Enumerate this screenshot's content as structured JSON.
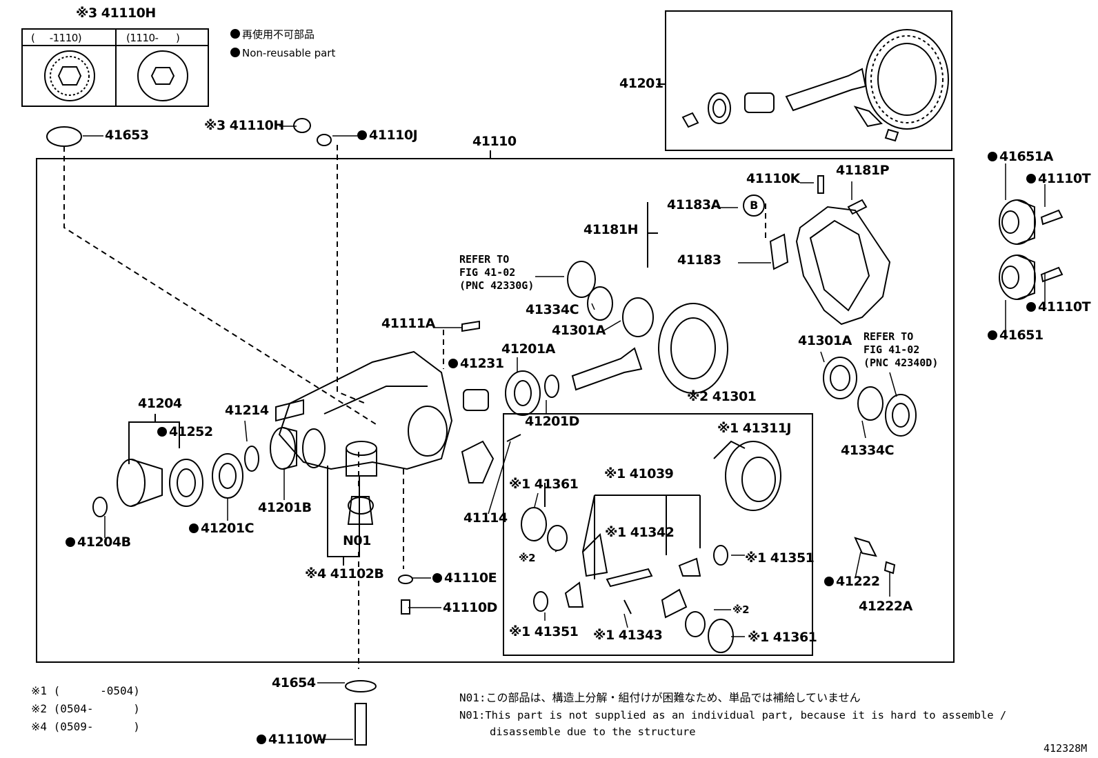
{
  "legend": {
    "item": "再使用不可部品",
    "item_en": "Non-reusable part"
  },
  "inset_top_left": {
    "title": "※3 41110H",
    "col_left": "(     -1110)",
    "col_right": "(1110-      )"
  },
  "parts": {
    "p41653": "41653",
    "p41110H": "※3 41110H",
    "p41110J": "41110J",
    "p41110": "41110",
    "p41201": "41201",
    "p41651A": "41651A",
    "p41110T_a": "41110T",
    "p41110T_b": "41110T",
    "p41651": "41651",
    "p41110K": "41110K",
    "p41181P": "41181P",
    "p41183A": "41183A",
    "pB": "B",
    "p41181H": "41181H",
    "p41183": "41183",
    "p41334C_a": "41334C",
    "p41301A_a": "41301A",
    "p41111A": "41111A",
    "p41231": "41231",
    "p41201A": "41201A",
    "p41201D": "41201D",
    "p41301A_b": "41301A",
    "p41334C_b": "41334C",
    "p41301": "※2 41301",
    "p41311J": "※1 41311J",
    "p41204": "41204",
    "p41252": "41252",
    "p41214": "41214",
    "p41201B": "41201B",
    "p41201C": "41201C",
    "p41204B": "41204B",
    "pN01": "N01",
    "p41102B": "※4 41102B",
    "p41114": "41114",
    "p41361_a": "※1 41361",
    "p41039": "※1 41039",
    "p41342": "※1 41342",
    "p41351_a": "※1 41351",
    "pX2_a": "※2",
    "p41351_b": "※1 41351",
    "p41343": "※1 41343",
    "pX2_b": "※2",
    "p41361_b": "※1 41361",
    "p41222": "41222",
    "p41222A": "41222A",
    "p41110E": "41110E",
    "p41110D": "41110D",
    "p41654": "41654",
    "p41110W": "41110W"
  },
  "refer_a": "REFER TO\nFIG 41-02\n(PNC 42330G)",
  "refer_b": "REFER TO\nFIG 41-02\n(PNC 42340D)",
  "footnotes": {
    "f1": "※1 (      -0504)",
    "f2": "※2 (0504-      )",
    "f4": "※4 (0509-      )"
  },
  "notes": {
    "n01_jp": "N01:この部品は、構造上分解・組付けが困難なため、単品では補給していません",
    "n01_en_1": "N01:This part is not supplied as an individual part, because it is hard to assemble /",
    "n01_en_2": "disassemble due to the structure"
  },
  "figure_id": "412328M"
}
